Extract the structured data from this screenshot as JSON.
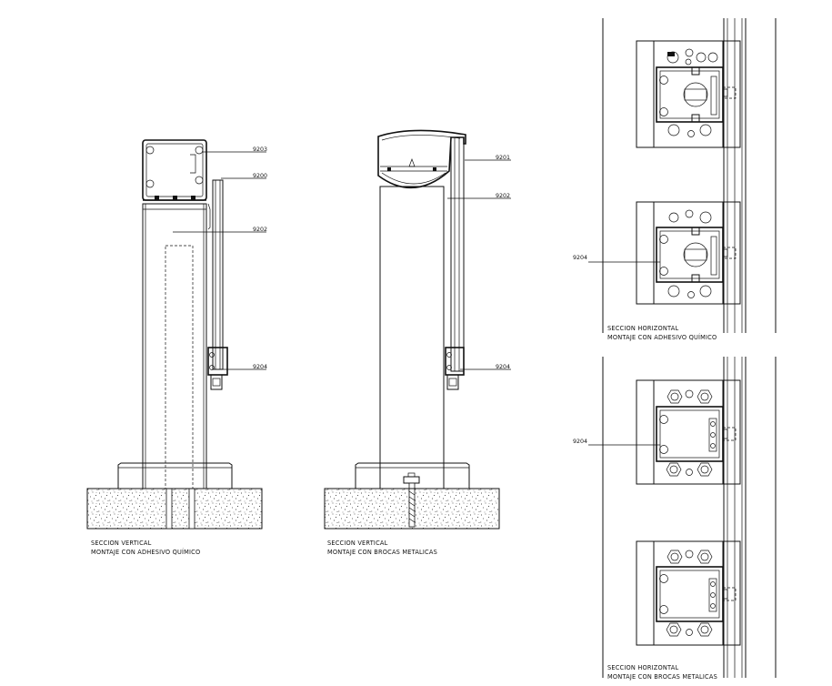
{
  "drawings": {
    "vertical_chemical": {
      "labels": [
        "9203",
        "9200",
        "9202",
        "9204"
      ],
      "caption_line1": "SECCION VERTICAL",
      "caption_line2": "MONTAJE CON ADHESIVO QUÍMICO"
    },
    "vertical_bolts": {
      "labels": [
        "9201",
        "9202",
        "9204"
      ],
      "caption_line1": "SECCION VERTICAL",
      "caption_line2": "MONTAJE CON BROCAS METALICAS"
    },
    "horizontal_chemical": {
      "label": "9204",
      "caption_line1": "SECCION HORIZONTAL",
      "caption_line2": "MONTAJE CON ADHESIVO QUÍMICO"
    },
    "horizontal_bolts": {
      "label": "9204",
      "caption_line1": "SECCION HORIZONTAL",
      "caption_line2": "MONTAJE CON BROCAS METALICAS"
    }
  }
}
